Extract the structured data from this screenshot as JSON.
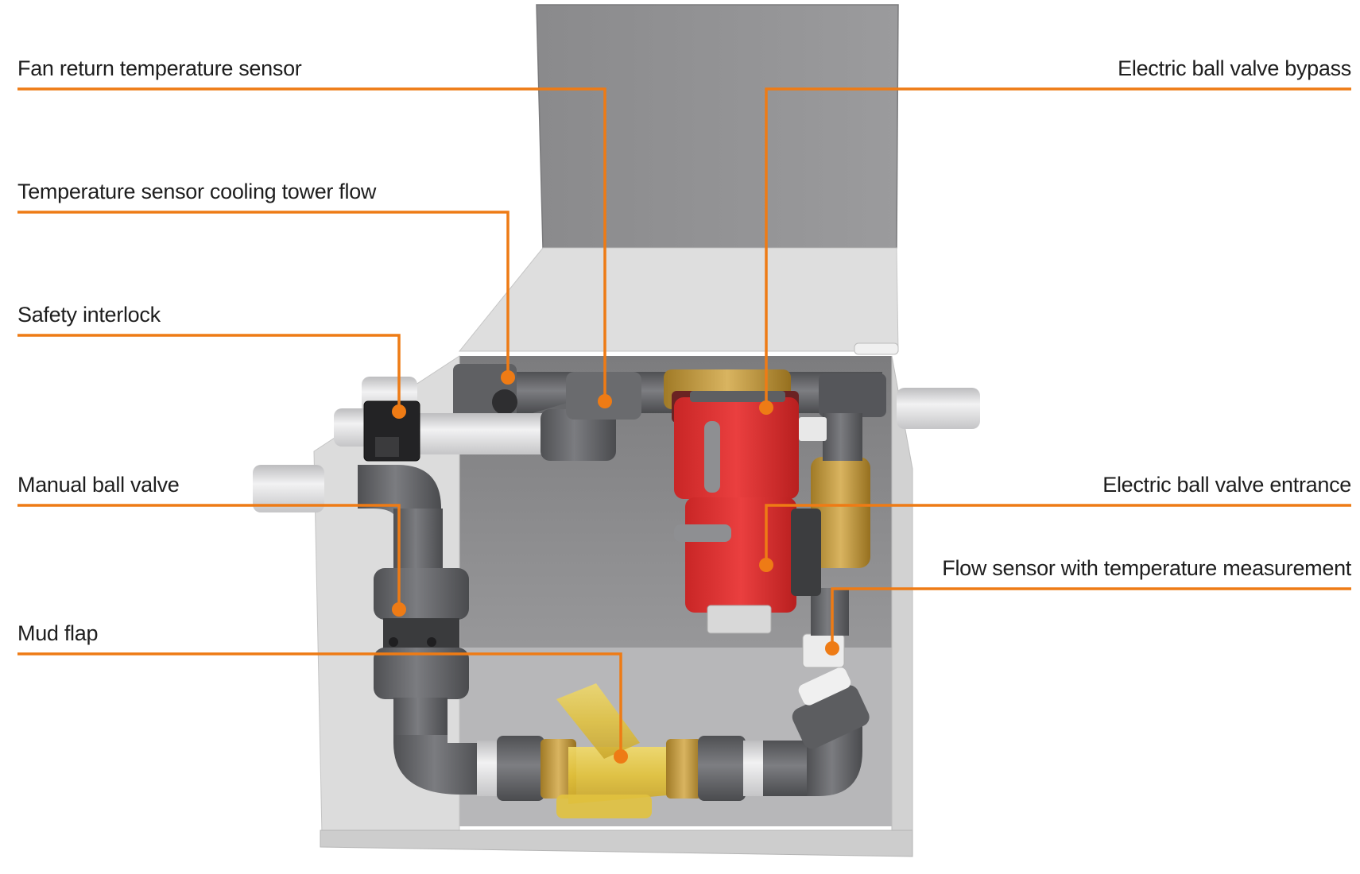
{
  "colors": {
    "leader_line": "#ee7b15",
    "pipe": "#6b6c6f",
    "pipe_light": "#e6e6e8",
    "enclosure": "#dcdcdc",
    "enclosure_inner": "#838385",
    "actuator": "#e23535",
    "brass": "#c9a24a",
    "strainer": "#e8cc4a"
  },
  "labels": {
    "fan_return_temperature_sensor": "Fan return temperature sensor",
    "temperature_sensor_cooling_tower_flow": "Temperature sensor cooling tower flow",
    "safety_interlock": "Safety interlock",
    "manual_ball_valve": "Manual ball valve",
    "mud_flap": "Mud flap",
    "electric_ball_valve_bypass": "Electric ball valve bypass",
    "electric_ball_valve_entrance": "Electric ball valve entrance",
    "flow_sensor_with_temperature_measurement": "Flow sensor with temperature measurement"
  }
}
